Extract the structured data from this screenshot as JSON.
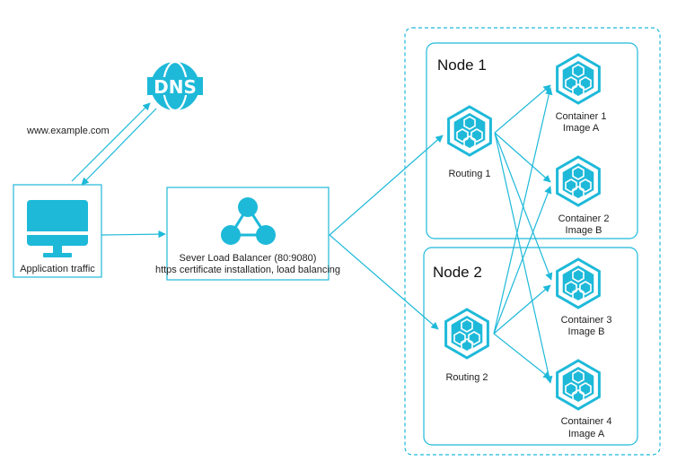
{
  "dns": {
    "icon": "dns-globe-icon",
    "text": "DNS",
    "query_label": "www.example.com"
  },
  "client": {
    "icon": "monitor-icon",
    "label": "Application traffic"
  },
  "slb": {
    "icon": "load-balancer-icon",
    "title": "Sever Load Balancer (80:9080)",
    "subtitle": "https certificate installation, load balancing"
  },
  "nodes": [
    {
      "title": "Node 1",
      "router": {
        "icon": "container-cube-icon",
        "label": "Routing 1"
      }
    },
    {
      "title": "Node 2",
      "router": {
        "icon": "container-cube-icon",
        "label": "Routing 2"
      }
    }
  ],
  "containers": [
    {
      "icon": "container-cube-icon",
      "name": "Container 1",
      "image": "Image A"
    },
    {
      "icon": "container-cube-icon",
      "name": "Container 2",
      "image": "Image B"
    },
    {
      "icon": "container-cube-icon",
      "name": "Container 3",
      "image": "Image B"
    },
    {
      "icon": "container-cube-icon",
      "name": "Container 4",
      "image": "Image A"
    }
  ],
  "colors": {
    "accent": "#1EB9D9",
    "border": "#1EB9D9",
    "text": "#222222"
  }
}
